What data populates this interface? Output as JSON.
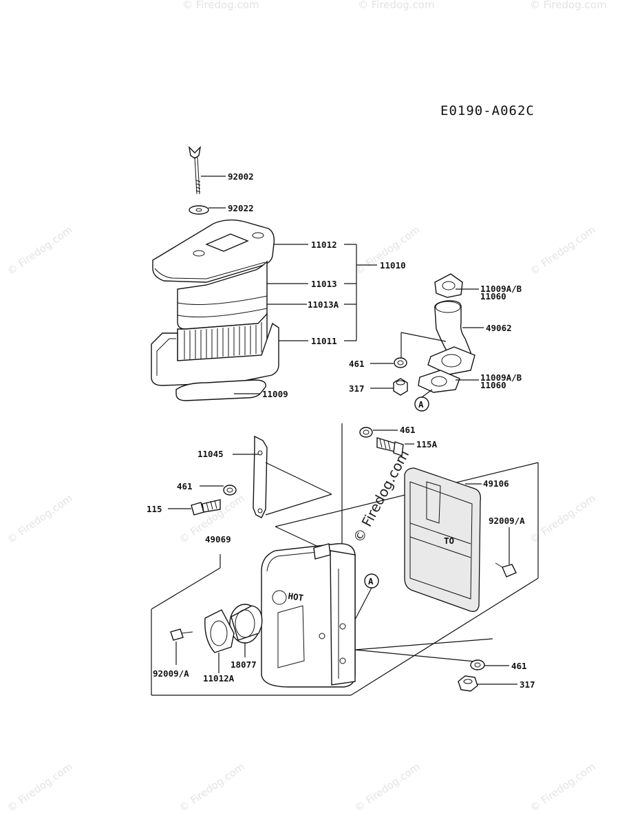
{
  "diagram_code": "E0190-A062C",
  "watermark": "© Firedog.com",
  "watermark_center": "© Firedog.com",
  "circle_marker": "A",
  "part_labels": {
    "p92002": "92002",
    "p92022": "92022",
    "p11012": "11012",
    "p11010": "11010",
    "p11013": "11013",
    "p11013A": "11013A",
    "p11011": "11011",
    "p11009": "11009",
    "p11009AB_top": "11009A/B",
    "p11060_top": "11060",
    "p49062": "49062",
    "p461_a": "461",
    "p317_a": "317",
    "p11009AB_bot": "11009A/B",
    "p11060_bot": "11060",
    "p461_b": "461",
    "p115A": "115A",
    "p11045": "11045",
    "p461_c": "461",
    "p115": "115",
    "p49106": "49106",
    "p92009A_r": "92009/A",
    "p49069": "49069",
    "p92009A_l": "92009/A",
    "p11012A": "11012A",
    "p18077": "18077",
    "p461_d": "461",
    "p317_b": "317"
  },
  "muffler_text": "HOT",
  "shield_text": "TO"
}
